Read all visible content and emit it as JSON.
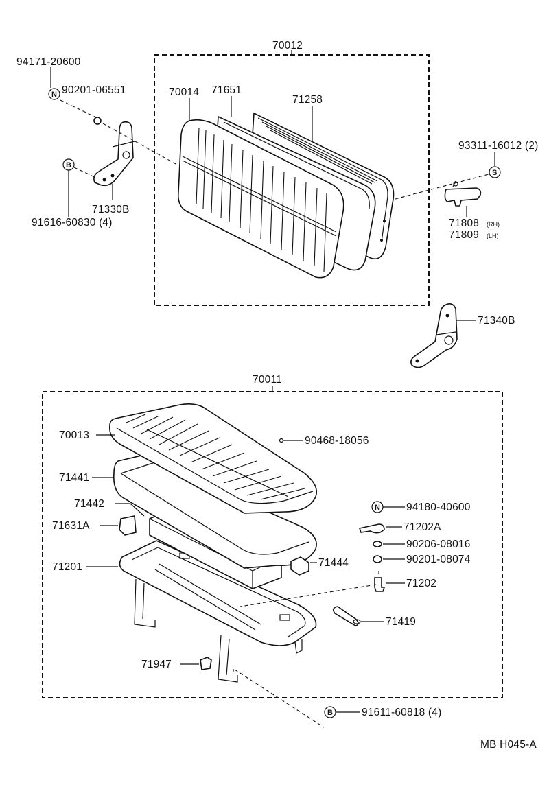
{
  "groups": {
    "back_assembly": "70012",
    "cushion_assembly": "70011"
  },
  "symbols": {
    "n": "N",
    "b": "B",
    "s": "S"
  },
  "labels": {
    "p94171": "94171-20600",
    "p90201a": "90201-06551",
    "p91616": "91616-60830 (4)",
    "p71330": "71330B",
    "p70014": "70014",
    "p71651": "71651",
    "p71258": "71258",
    "p93311": "93311-16012 (2)",
    "p71808": "71808",
    "p71808_sub": "(RH)",
    "p71809": "71809",
    "p71809_sub": "(LH)",
    "p71340": "71340B",
    "p70013": "70013",
    "p90468": "90468-18056",
    "p71441": "71441",
    "p71442": "71442",
    "p71631": "71631A",
    "p94180": "94180-40600",
    "p71202a": "71202A",
    "p90206": "90206-08016",
    "p90201b": "90201-08074",
    "p71201": "71201",
    "p71444": "71444",
    "p71202": "71202",
    "p71419": "71419",
    "p71947": "71947",
    "p91611": "91611-60818 (4)"
  },
  "code": "MB H045-A"
}
